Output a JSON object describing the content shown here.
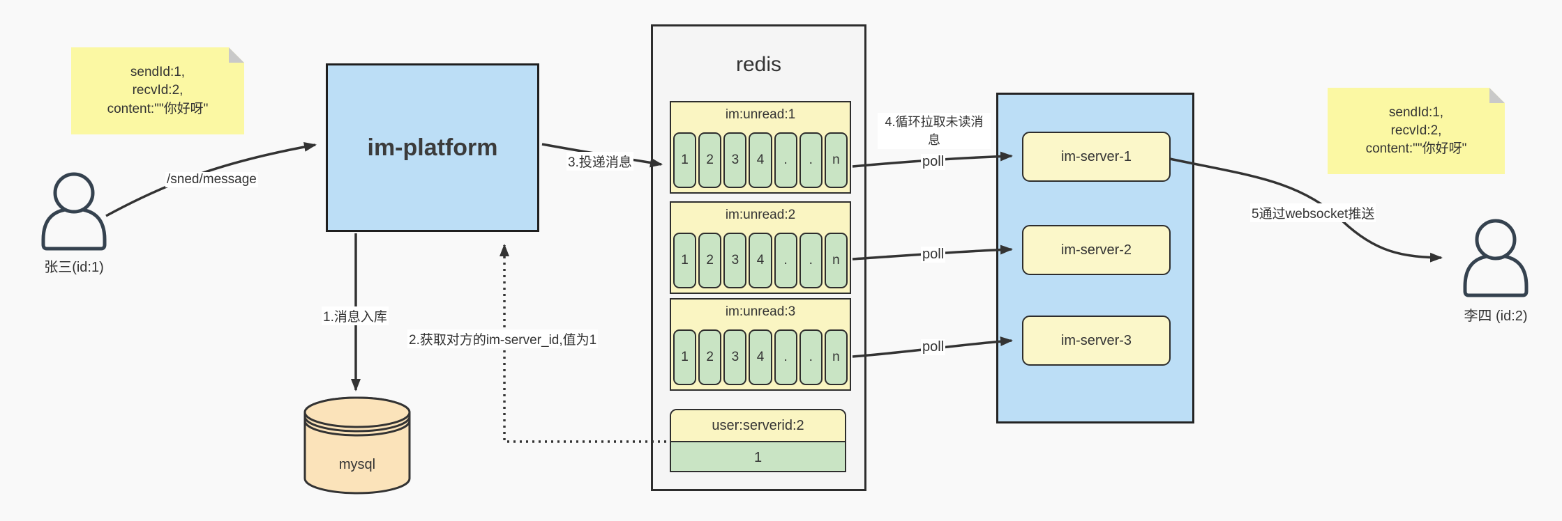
{
  "notes": {
    "left": {
      "lines": [
        "sendId:1,",
        "recvId:2,",
        "content:\"\"你好呀\""
      ]
    },
    "right": {
      "lines": [
        "sendId:1,",
        "recvId:2,",
        "content:\"\"你好呀\""
      ]
    }
  },
  "actors": {
    "sender": {
      "label": "张三(id:1)"
    },
    "receiver": {
      "label": "李四 (id:2)"
    }
  },
  "platform": {
    "label": "im-platform"
  },
  "database": {
    "label": "mysql"
  },
  "redis": {
    "title": "redis",
    "blocks": [
      {
        "header": "im:unread:1",
        "cells": [
          "1",
          "2",
          "3",
          "4",
          ".",
          ".",
          "n"
        ]
      },
      {
        "header": "im:unread:2",
        "cells": [
          "1",
          "2",
          "3",
          "4",
          ".",
          ".",
          "n"
        ]
      },
      {
        "header": "im:unread:3",
        "cells": [
          "1",
          "2",
          "3",
          "4",
          ".",
          ".",
          "n"
        ]
      }
    ],
    "mapping": {
      "header": "user:serverid:2",
      "value": "1"
    }
  },
  "servers": [
    {
      "label": "im-server-1"
    },
    {
      "label": "im-server-2"
    },
    {
      "label": "im-server-3"
    }
  ],
  "flows": {
    "send_api": "/sned/message",
    "step1": "1.消息入库",
    "step2": "2.获取对方的im-server_id,值为1",
    "step3": "3.投递消息",
    "step4": "4.循环拉取未读消息",
    "step5": "5通过websocket推送",
    "poll": "poll"
  },
  "colors": {
    "note_yellow": "#fbf8a3",
    "note_fold_gray": "#c9c9c9",
    "box_blue": "#bcdef6",
    "block_yellow": "#faf5c2",
    "server_yellow": "#fbf7c9",
    "cell_green": "#c9e4c4",
    "db_orange": "#fbe3ba",
    "redis_gray": "#f5f5f5",
    "line_dark": "#333333",
    "actor_stroke": "#35424f"
  }
}
